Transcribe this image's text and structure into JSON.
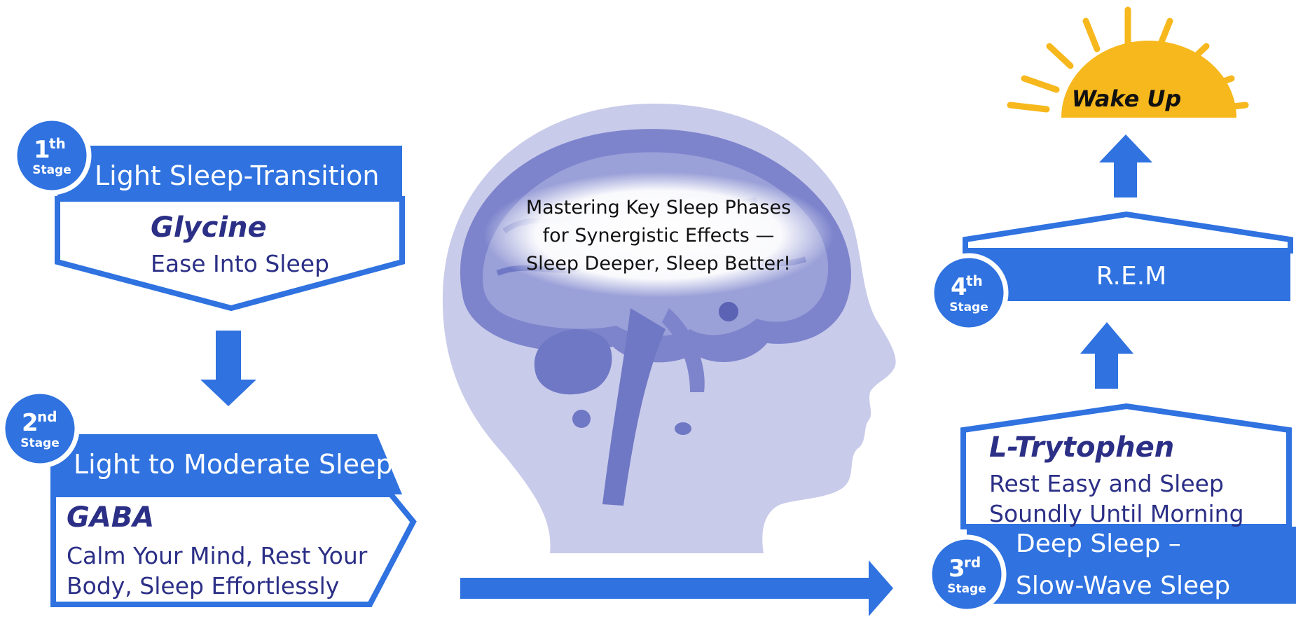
{
  "stage1": {
    "badge_num": "1",
    "badge_sup": "th",
    "badge_word": "Stage",
    "header": "Light Sleep-Transition",
    "title": "Glycine",
    "sub": "Ease Into Sleep"
  },
  "stage2": {
    "badge_num": "2",
    "badge_sup": "nd",
    "badge_word": "Stage",
    "header": "Light to Moderate Sleep",
    "title": "GABA",
    "sub_line1": "Calm Your Mind, Rest Your",
    "sub_line2": "Body, Sleep Effortlessly"
  },
  "stage3": {
    "badge_num": "3",
    "badge_sup": "rd",
    "badge_word": "Stage",
    "header_line1": "Deep Sleep –",
    "header_line2": "Slow-Wave Sleep",
    "title": "L-Trytophen",
    "sub_line1": "Rest Easy and Sleep",
    "sub_line2": "Soundly Until Morning"
  },
  "stage4": {
    "badge_num": "4",
    "badge_sup": "th",
    "badge_word": "Stage",
    "header": "R.E.M"
  },
  "brain": {
    "line1": "Mastering Key Sleep Phases",
    "line2": "for Synergistic Effects —",
    "line3": "Sleep Deeper, Sleep Better!"
  },
  "wake": {
    "label": "Wake Up"
  },
  "colors": {
    "primary_blue": "#2f72e0",
    "title_navy": "#2b2f86",
    "head_lavender": "#c9cbea",
    "brain_purple": "#6f78c4",
    "sun_yellow": "#f7b81d"
  },
  "icons": [
    "head-silhouette-icon",
    "brain-icon",
    "sun-icon",
    "arrow-down-icon",
    "arrow-up-icon",
    "arrow-right-icon"
  ]
}
